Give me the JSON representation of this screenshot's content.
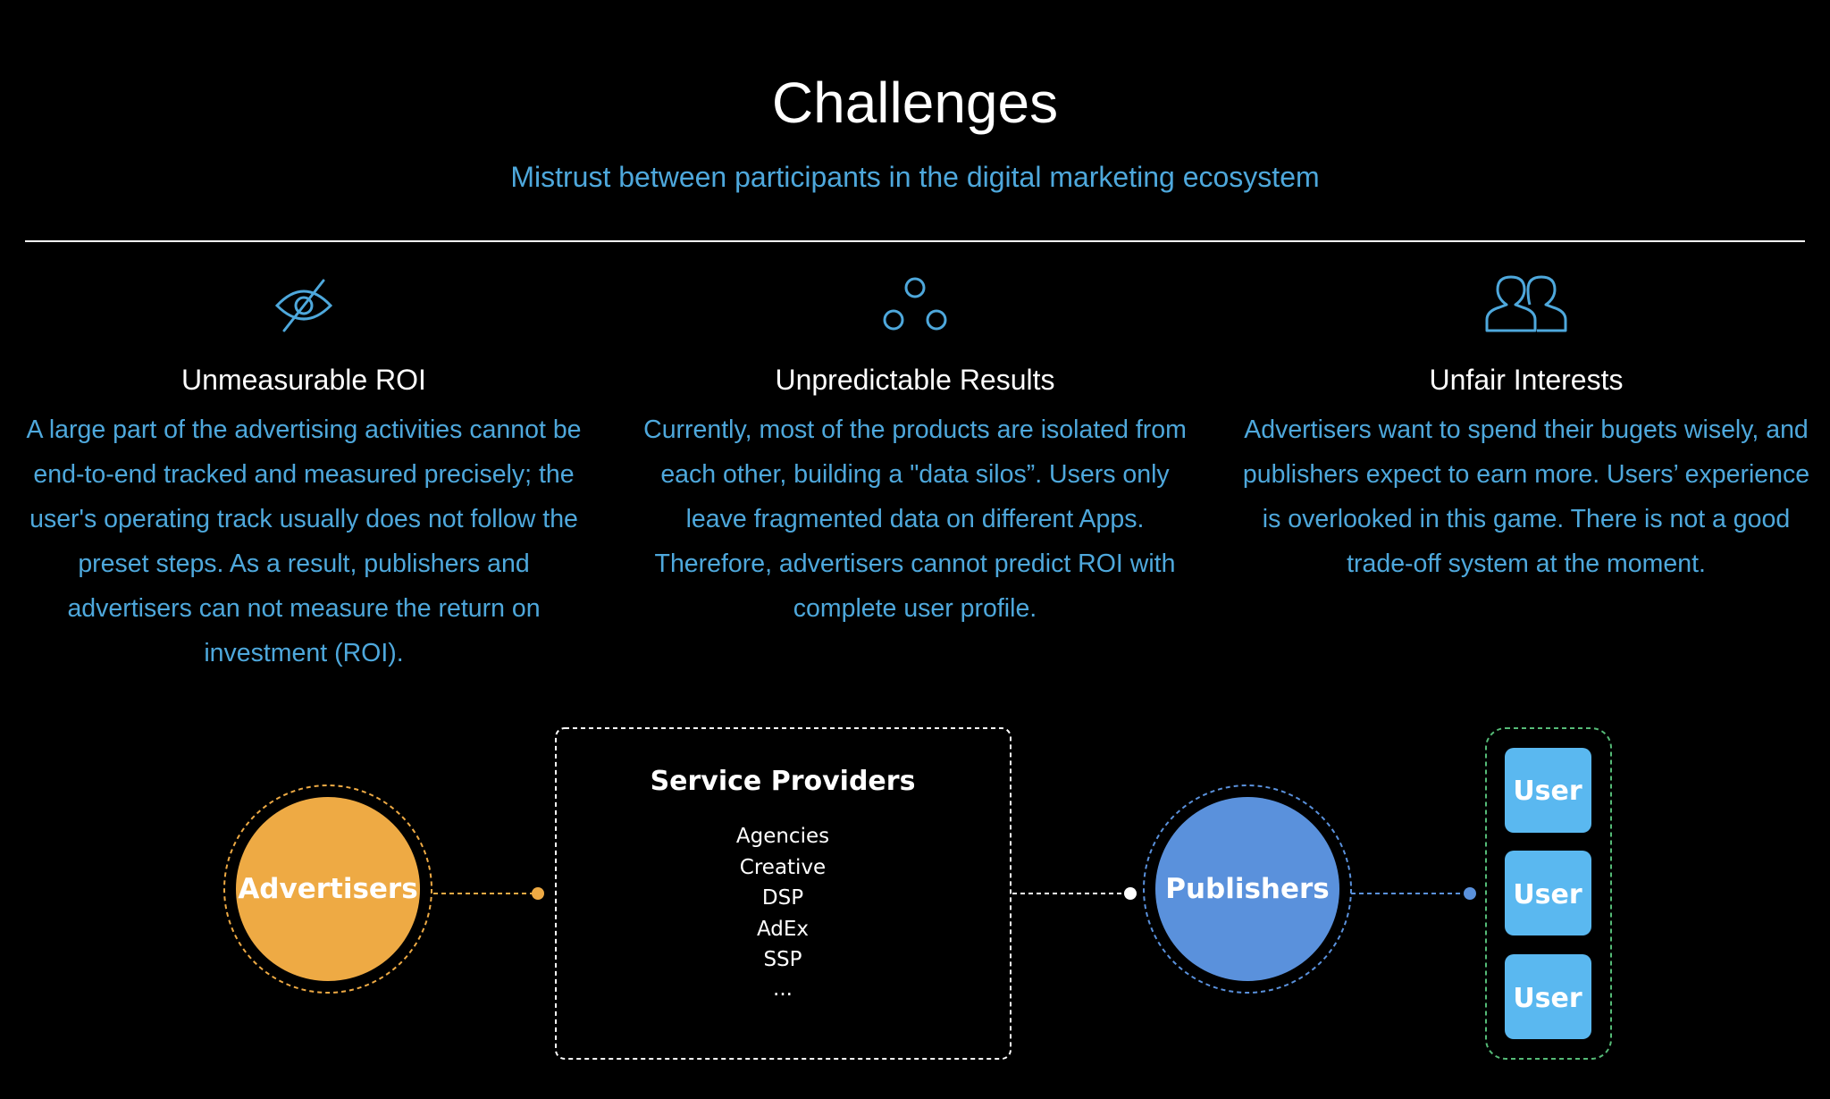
{
  "header": {
    "title": "Challenges",
    "subtitle": "Mistrust between participants in the digital marketing ecosystem"
  },
  "challenges": [
    {
      "icon": "eye-slash-icon",
      "title": "Unmeasurable ROI",
      "text": "A large part of the advertising activities cannot be end-to-end tracked and measured precisely; the user's operating track usually does not follow the preset steps. As a result, publishers and advertisers can not measure the return on investment (ROI)."
    },
    {
      "icon": "three-circles-icon",
      "title": "Unpredictable Results",
      "text": "Currently, most of the products are isolated from each other, building a \"data silos”. Users only leave fragmented data on different Apps. Therefore, advertisers cannot predict ROI with complete user profile."
    },
    {
      "icon": "users-icon",
      "title": "Unfair Interests",
      "text": "Advertisers want to spend their bugets wisely, and publishers expect to earn more. Users’ experience is overlooked in this game. There is not a good trade-off system at the moment."
    }
  ],
  "diagram": {
    "advertisers": "Advertisers",
    "service_providers": {
      "title": "Service Providers",
      "items": [
        "Agencies",
        "Creative",
        "DSP",
        "AdEx",
        "SSP",
        "..."
      ]
    },
    "publishers": "Publishers",
    "users": [
      "User",
      "User",
      "User"
    ]
  },
  "colors": {
    "accent_text": "#4ea8dc",
    "advertisers": "#eeaa44",
    "publishers": "#5a91dc",
    "user_box": "#5ab8f0",
    "users_border": "#55bb77",
    "icon": "#4ea8dc"
  }
}
